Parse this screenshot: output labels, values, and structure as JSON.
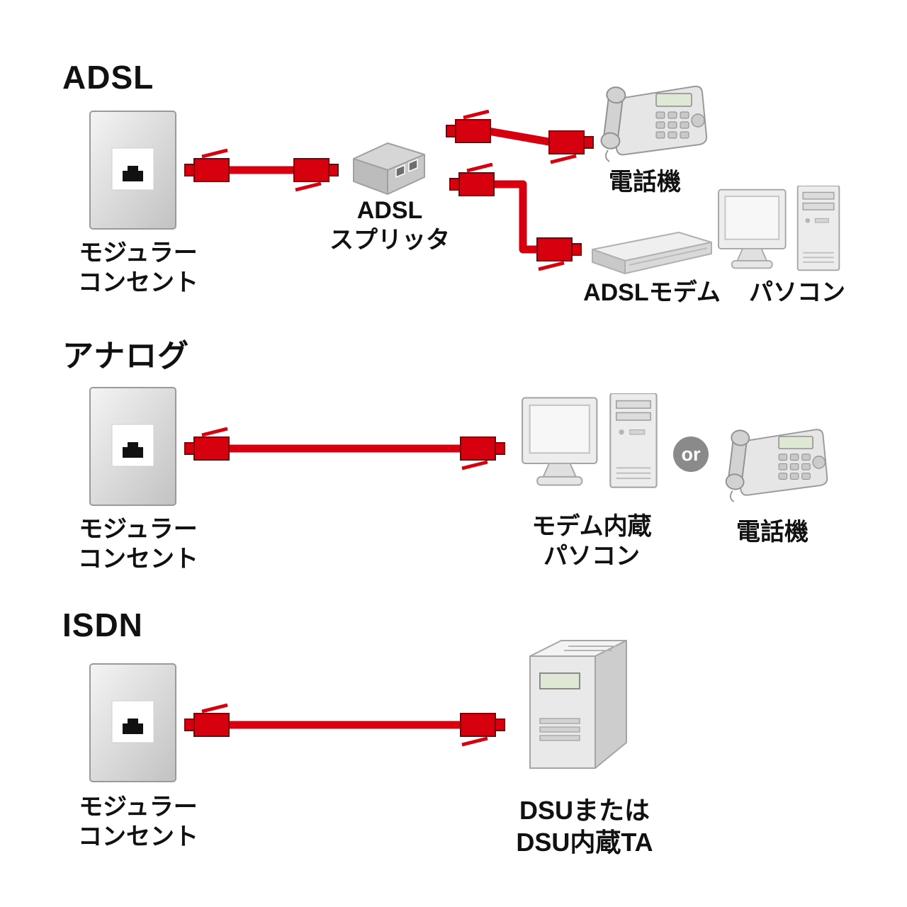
{
  "colors": {
    "cable_red": "#d6000f",
    "cable_red_dark": "#7d0009",
    "device_gray": "#d9d9d9",
    "text": "#111111",
    "or_badge_gray": "#8a8a8a",
    "lcd_green": "#dfe8d5"
  },
  "sections": {
    "adsl": {
      "title": "ADSL",
      "outlet_label": [
        "モジュラー",
        "コンセント"
      ],
      "splitter_label": [
        "ADSL",
        "スプリッタ"
      ],
      "phone_label": "電話機",
      "modem_label": "ADSLモデム",
      "pc_label": "パソコン"
    },
    "analog": {
      "title": "アナログ",
      "outlet_label": [
        "モジュラー",
        "コンセント"
      ],
      "pc_label": [
        "モデム内蔵",
        "パソコン"
      ],
      "or_label": "or",
      "phone_label": "電話機"
    },
    "isdn": {
      "title": "ISDN",
      "outlet_label": [
        "モジュラー",
        "コンセント"
      ],
      "device_label": [
        "DSUまたは",
        "DSU内蔵TA"
      ]
    }
  }
}
